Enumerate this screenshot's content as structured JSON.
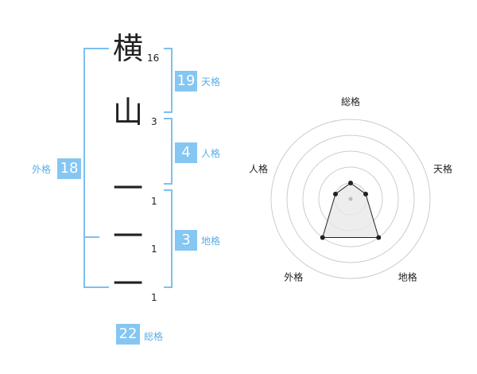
{
  "name_chars": [
    {
      "char": "横",
      "strokes": "16"
    },
    {
      "char": "山",
      "strokes": "3"
    },
    {
      "char": "一",
      "strokes": "1"
    },
    {
      "char": "一",
      "strokes": "1"
    },
    {
      "char": "一",
      "strokes": "1"
    }
  ],
  "fortunes": {
    "tenkaku": {
      "value": "19",
      "label": "天格"
    },
    "jinkaku": {
      "value": "4",
      "label": "人格"
    },
    "chikaku": {
      "value": "3",
      "label": "地格"
    },
    "gaikaku": {
      "value": "18",
      "label": "外格"
    },
    "soukaku": {
      "value": "22",
      "label": "総格"
    }
  },
  "chart_data": {
    "type": "radar",
    "axes": [
      "総格",
      "天格",
      "地格",
      "外格",
      "人格"
    ],
    "values": [
      1,
      1,
      3,
      3,
      1
    ],
    "rmax": 5,
    "rings": 5,
    "colors": {
      "grid": "#cccccc",
      "fill": "#e8e8e8",
      "line": "#222222",
      "dot": "#222222",
      "center": "#bbbbbb"
    }
  }
}
